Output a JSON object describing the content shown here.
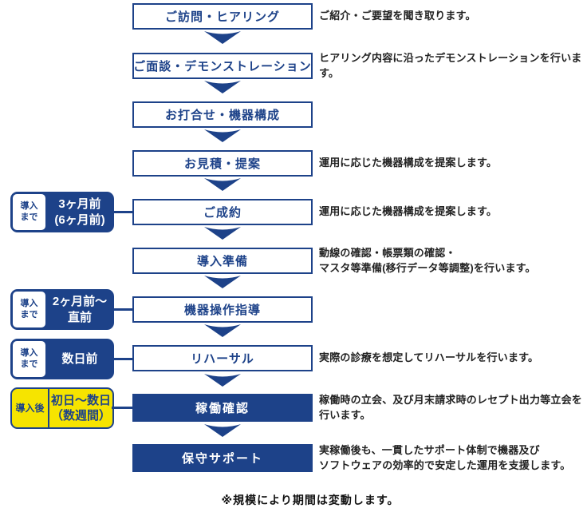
{
  "diagram": {
    "title_hint": "introduction-flow",
    "colors": {
      "blue": "#1d4289",
      "yellow": "#f6e400",
      "text": "#222222"
    },
    "steps": [
      {
        "label": "ご訪問・ヒアリング",
        "description": "ご紹介・ご要望を聞き取ります。"
      },
      {
        "label": "ご面談・デモンストレーション",
        "description": "ヒアリング内容に沿ったデモンストレーションを行います。"
      },
      {
        "label": "お打合せ・機器構成",
        "description": ""
      },
      {
        "label": "お見積・提案",
        "description": "運用に応じた機器構成を提案します。"
      },
      {
        "label": "ご成約",
        "description": "運用に応じた機器構成を提案します。",
        "side": {
          "tag": "導入\nまで",
          "period": "3ヶ月前\n(6ヶ月前)"
        }
      },
      {
        "label": "導入準備",
        "description": "動線の確認・帳票類の確認・\nマスタ等準備(移行データ等調整)を行います。"
      },
      {
        "label": "機器操作指導",
        "description": "",
        "side": {
          "tag": "導入\nまで",
          "period": "2ヶ月前〜\n直前"
        }
      },
      {
        "label": "リハーサル",
        "description": "実際の診療を想定してリハーサルを行います。",
        "side": {
          "tag": "導入\nまで",
          "period": "数日前"
        }
      },
      {
        "label": "稼働確認",
        "description": "稼働時の立会、及び月末請求時のレセプト出力等立会を\n行います。",
        "side": {
          "tag": "導入後",
          "period": "初日〜数日\n（数週間）"
        }
      },
      {
        "label": "保守サポート",
        "description": "実稼働後も、一貫したサポート体制で機器及び\nソフトウェアの効率的で安定した運用を支援します。"
      }
    ],
    "footnote": "※規模により期間は変動します。"
  }
}
